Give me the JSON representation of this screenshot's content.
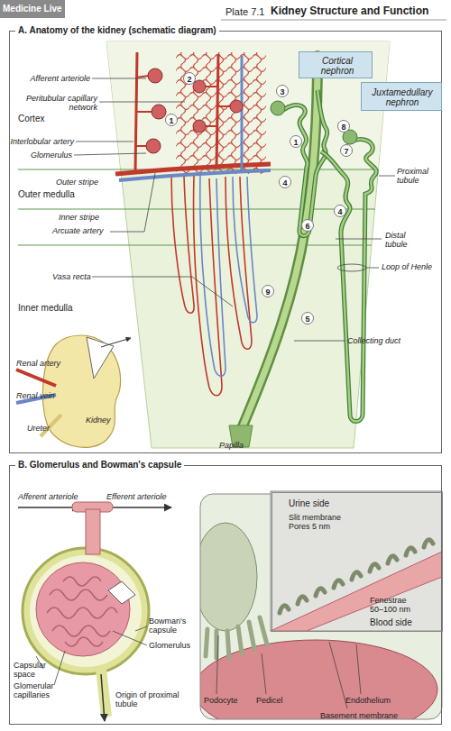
{
  "diagram": {
    "title": "Kidney Structure and Function",
    "nodes": [
      {
        "text": [
          "A. Anatomy of the kidney (schematic diagram)"
        ]
      },
      {
        "text": [
          "Cortical nephron"
        ],
        "in": 0
      },
      {
        "text": [
          "Juxtamedullary nephron"
        ],
        "in": 0
      },
      {
        "text": [
          "B. Glomerulus and Bowman's capsule"
        ]
      },
      {
        "text": [
          "Urine side",
          "Slit membrane Pores 5 nm",
          "Fenestrae 50–100 nm",
          "Blood side"
        ],
        "in": 3
      }
    ],
    "labels": [
      "Medicine Live",
      "Plate 7.1",
      "Afferent arteriole",
      "Peritubular capillary network",
      "Cortex",
      "Interlobular artery",
      "Glomerulus",
      "Outer stripe",
      "Outer medulla",
      "Inner stripe",
      "Arcuate artery",
      "Vasa recta",
      "Inner medulla",
      "Renal artery",
      "Renal vein",
      "Ureter",
      "Kidney",
      "Papilla",
      "Proximal tubule",
      "Distal tubule",
      "Loop of Henle",
      "Collecting duct",
      "2",
      "1",
      "3",
      "1",
      "8",
      "7",
      "4",
      "4",
      "6",
      "9",
      "5",
      "Afferent arteriole",
      "Efferent arteriole",
      "Capsular space",
      "Glomerular capillaries",
      "Bowman's capsule",
      "Glomerulus",
      "Origin of proximal tubule",
      "Podocyte",
      "Pedicel",
      "Endothelium",
      "Basement membrane"
    ]
  }
}
